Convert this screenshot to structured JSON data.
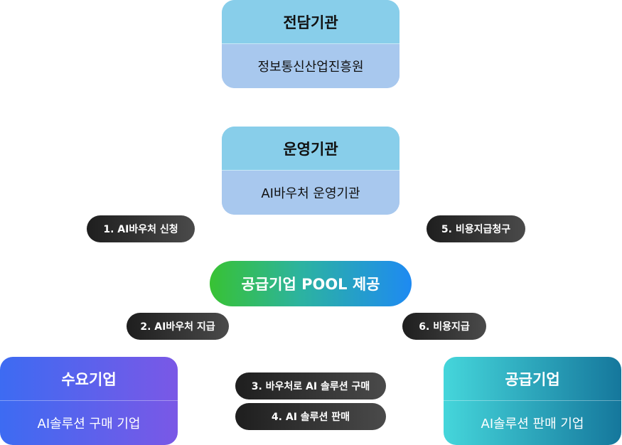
{
  "agency": {
    "title": "전담기관",
    "subtitle": "정보통신산업진흥원"
  },
  "operator": {
    "title": "운영기관",
    "subtitle": "AI바우처 운영기관"
  },
  "pool": {
    "label": "공급기업 POOL 제공"
  },
  "demand": {
    "title": "수요기업",
    "subtitle": "AI솔루션 구매 기업"
  },
  "supply": {
    "title": "공급기업",
    "subtitle": "AI솔루션 판매 기업"
  },
  "steps": {
    "s1": "1. AI바우처 신청",
    "s2": "2. AI바우처 지급",
    "s3": "3. 바우처로 AI 솔루션 구매",
    "s4": "4. AI 솔루션 판매",
    "s5": "5. 비용지급청구",
    "s6": "6. 비용지급"
  }
}
